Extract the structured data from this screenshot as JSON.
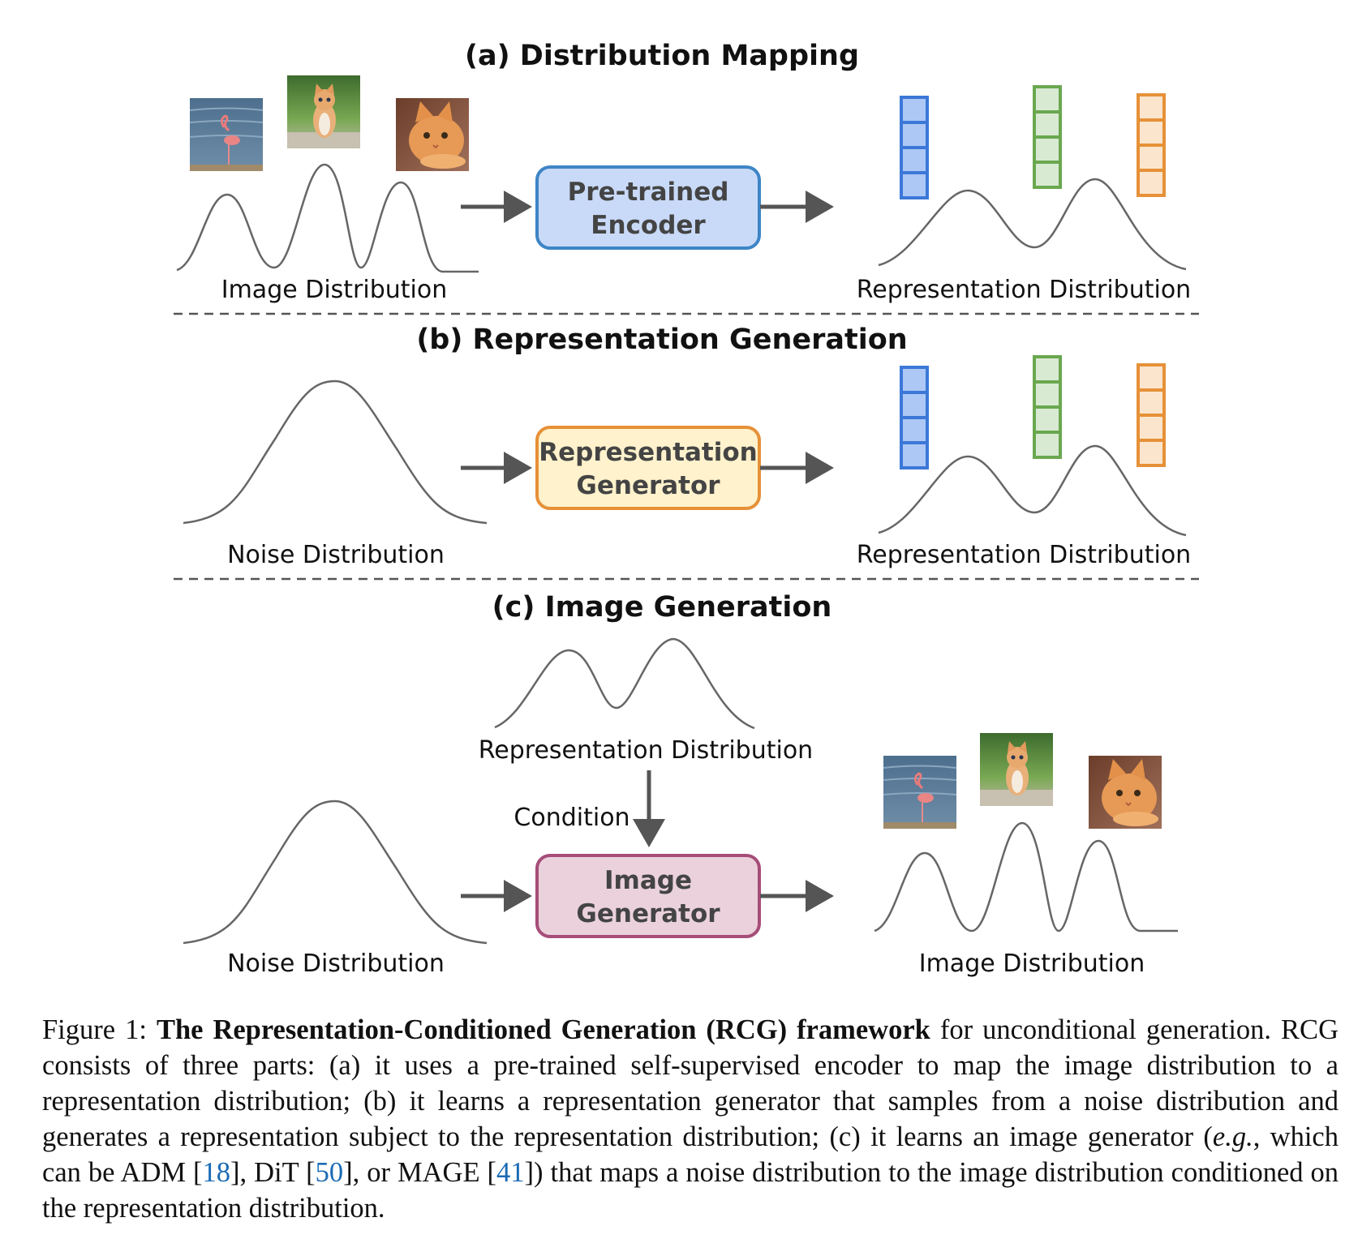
{
  "figure": {
    "sections": [
      {
        "id": "a",
        "title": "(a) Distribution Mapping",
        "input_label": "Image Distribution",
        "box_lines": [
          "Pre-trained",
          "Encoder"
        ],
        "box_fill": "#c9daf8",
        "box_stroke": "#3d85c6",
        "output_label": "Representation Distribution",
        "thumbnails": [
          "flamingo-image",
          "kitten-sitting-image",
          "kitten-lying-image"
        ]
      },
      {
        "id": "b",
        "title": "(b) Representation Generation",
        "input_label": "Noise Distribution",
        "box_lines": [
          "Representation",
          "Generator"
        ],
        "box_fill": "#fff2cc",
        "box_stroke": "#e69138",
        "output_label": "Representation Distribution"
      },
      {
        "id": "c",
        "title": "(c) Image Generation",
        "condition_source_label": "Representation Distribution",
        "condition_label": "Condition",
        "input_label": "Noise Distribution",
        "box_lines": [
          "Image",
          "Generator"
        ],
        "box_fill": "#ead1dc",
        "box_stroke": "#a64d79",
        "output_label": "Image Distribution",
        "thumbnails": [
          "flamingo-image",
          "kitten-sitting-image",
          "kitten-lying-image"
        ]
      }
    ],
    "vector_colors": {
      "blue": {
        "fill": "#adc8f5",
        "stroke": "#3c78d8"
      },
      "green": {
        "fill": "#d9ead3",
        "stroke": "#6aa84f"
      },
      "orange": {
        "fill": "#fce5cd",
        "stroke": "#e69138"
      }
    },
    "vector_cells": 4
  },
  "caption": {
    "prefix": "Figure 1: ",
    "bold": "The Representation-Conditioned Generation (RCG) framework",
    "part1": " for unconditional generation. RCG consists of three parts: (a) it uses a pre-trained self-supervised encoder to map the image distribution to a representation distribution; (b) it learns a representation generator that samples from a noise distribution and generates a representation subject to the representation distribution; (c) it learns an image generator (",
    "eg": "e.g.",
    "part2": ", which can be ADM [",
    "cite1": "18",
    "part3": "], DiT [",
    "cite2": "50",
    "part4": "], or MAGE [",
    "cite3": "41",
    "part5": "]) that maps a noise distribution to the image distribution conditioned on the representation distribution."
  }
}
